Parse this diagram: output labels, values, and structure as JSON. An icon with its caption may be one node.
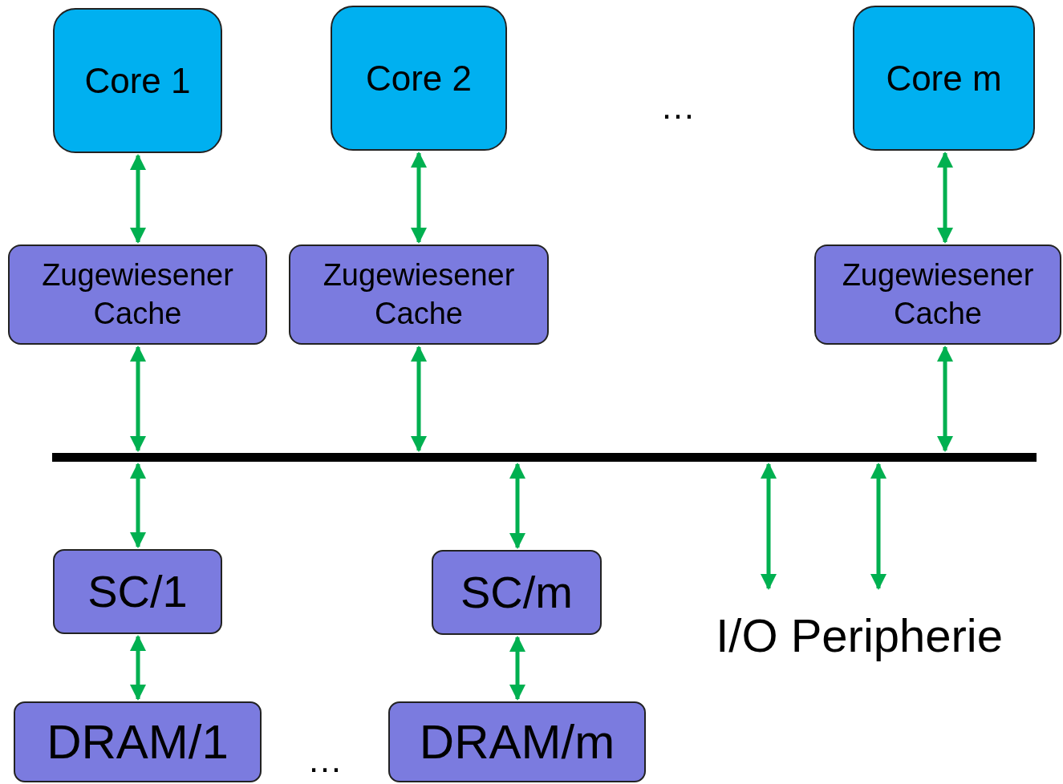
{
  "diagram": {
    "nodes": [
      {
        "text": [
          "Core 1"
        ]
      },
      {
        "text": [
          "Core 2"
        ]
      },
      {
        "text": [
          "Core m"
        ]
      },
      {
        "text": [
          "Zugewiesener Cache"
        ]
      },
      {
        "text": [
          "Zugewiesener Cache"
        ]
      },
      {
        "text": [
          "Zugewiesener Cache"
        ]
      },
      {
        "text": [],
        "shape": "bar"
      },
      {
        "text": [
          "SC/1"
        ]
      },
      {
        "text": [
          "SC/m"
        ]
      },
      {
        "text": [
          "DRAM/1"
        ]
      },
      {
        "text": [
          "DRAM/m"
        ]
      },
      {
        "text": [
          "I/O Peripherie"
        ]
      }
    ],
    "edges": [
      {
        "from": 0,
        "to": 3,
        "arrow": "both"
      },
      {
        "from": 1,
        "to": 4,
        "arrow": "both"
      },
      {
        "from": 2,
        "to": 5,
        "arrow": "both"
      },
      {
        "from": 3,
        "to": 6,
        "arrow": "both"
      },
      {
        "from": 4,
        "to": 6,
        "arrow": "both"
      },
      {
        "from": 5,
        "to": 6,
        "arrow": "both"
      },
      {
        "from": 6,
        "to": 7,
        "arrow": "both"
      },
      {
        "from": 6,
        "to": 8,
        "arrow": "both"
      },
      {
        "from": 6,
        "to": 11,
        "arrow": "both"
      },
      {
        "from": 6,
        "to": 11,
        "arrow": "both"
      },
      {
        "from": 7,
        "to": 9,
        "arrow": "both"
      },
      {
        "from": 8,
        "to": 10,
        "arrow": "both"
      }
    ],
    "labels": [
      "…",
      "…"
    ]
  }
}
